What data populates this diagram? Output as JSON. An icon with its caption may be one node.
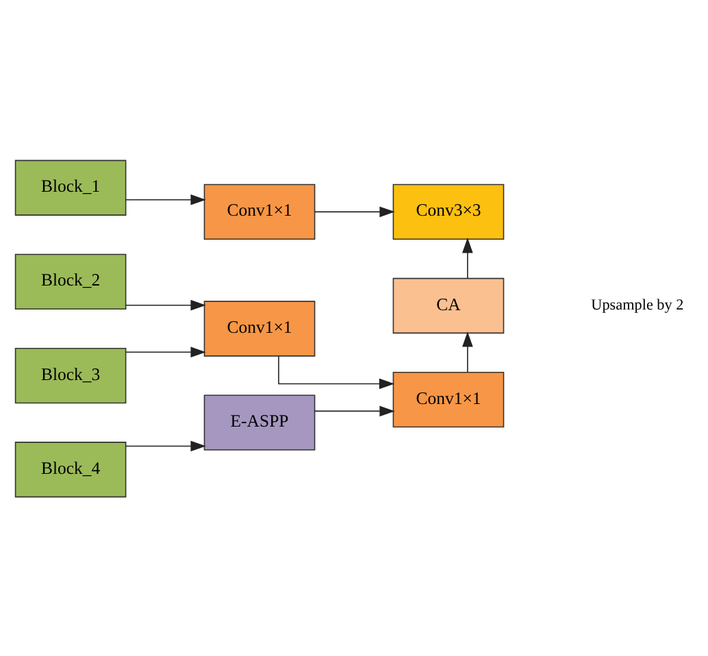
{
  "diagram": {
    "nodes": [
      {
        "text": [
          "Block_1"
        ]
      },
      {
        "text": [
          "Conv1×1"
        ]
      },
      {
        "text": [
          "Conv3×3"
        ]
      },
      {
        "text": [
          "Block_2"
        ]
      },
      {
        "text": [
          "Conv1×1"
        ]
      },
      {
        "text": [
          "CA"
        ]
      },
      {
        "text": [
          "Block_3"
        ]
      },
      {
        "text": [
          "Block_4"
        ]
      },
      {
        "text": [
          "E-ASPP"
        ]
      },
      {
        "text": [
          "Conv1×1"
        ]
      }
    ],
    "edges": [
      {
        "from": 0,
        "to": 1,
        "arrow": "to"
      },
      {
        "from": 1,
        "to": 2,
        "arrow": "to"
      },
      {
        "from": 5,
        "to": 2,
        "arrow": "to"
      },
      {
        "from": 3,
        "to": 4,
        "arrow": "to"
      },
      {
        "from": 6,
        "to": 4,
        "arrow": "to"
      },
      {
        "from": 7,
        "to": 8,
        "arrow": "to"
      },
      {
        "from": 8,
        "to": 9,
        "arrow": "to"
      },
      {
        "from": 4,
        "to": 9,
        "arrow": "to"
      },
      {
        "from": 9,
        "to": 5,
        "arrow": "to"
      }
    ],
    "labels": [
      "Upsample by 2"
    ]
  }
}
